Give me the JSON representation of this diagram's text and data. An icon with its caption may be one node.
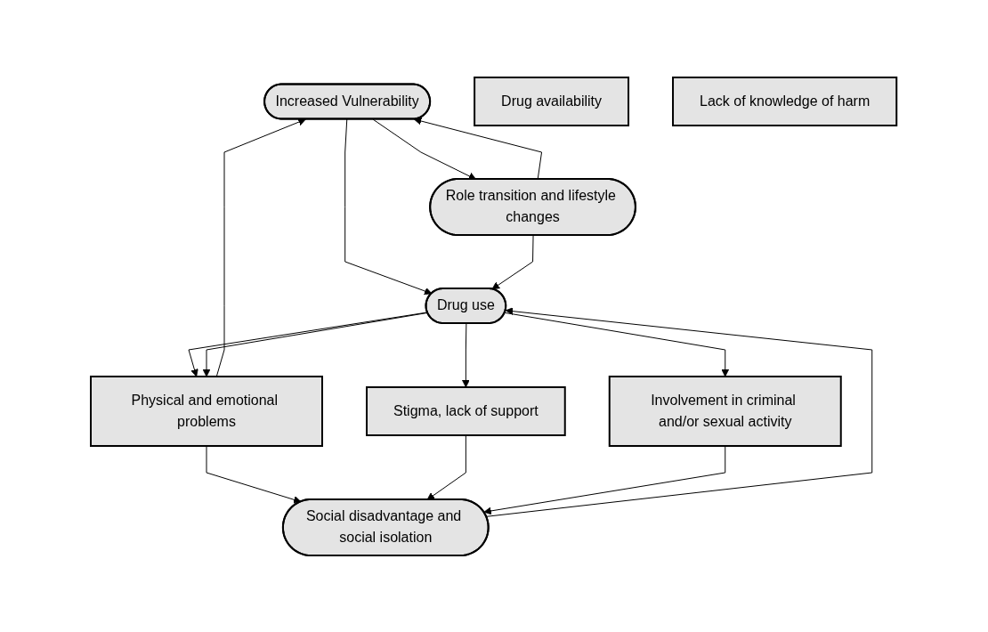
{
  "diagram": {
    "nodes": [
      {
        "text": [
          "Increased Vulnerability"
        ]
      },
      {
        "text": [
          "Social disadvantage and social isolation"
        ]
      },
      {
        "text": [
          "Role transition and lifestyle changes"
        ]
      },
      {
        "text": [
          "Drug availability"
        ]
      },
      {
        "text": [
          "Stigma, lack of support"
        ]
      },
      {
        "text": [
          "Physical and emotional problems"
        ]
      },
      {
        "text": [
          "Lack of knowledge of harm"
        ]
      },
      {
        "text": [
          "Involvement in criminal and/or sexual activity"
        ]
      },
      {
        "text": [
          "Drug use"
        ]
      }
    ],
    "edges": [
      {
        "from": 5,
        "to": 1,
        "arrow": "to"
      },
      {
        "from": 5,
        "to": 0,
        "arrow": "to"
      },
      {
        "from": 0,
        "to": 2,
        "arrow": "to"
      },
      {
        "from": 2,
        "to": 0,
        "arrow": "to"
      },
      {
        "from": 1,
        "to": 8,
        "arrow": "to"
      },
      {
        "from": 0,
        "to": 8,
        "arrow": "to"
      },
      {
        "from": 2,
        "to": 8,
        "arrow": "to"
      },
      {
        "from": 4,
        "to": 1,
        "arrow": "to"
      },
      {
        "from": 8,
        "to": 4,
        "arrow": "to"
      },
      {
        "from": 7,
        "to": 1,
        "arrow": "to"
      },
      {
        "from": 8,
        "to": 7,
        "arrow": "to"
      },
      {
        "from": 8,
        "to": 5,
        "arrow": "to"
      },
      {
        "from": 8,
        "to": 5,
        "arrow": "to"
      }
    ]
  }
}
